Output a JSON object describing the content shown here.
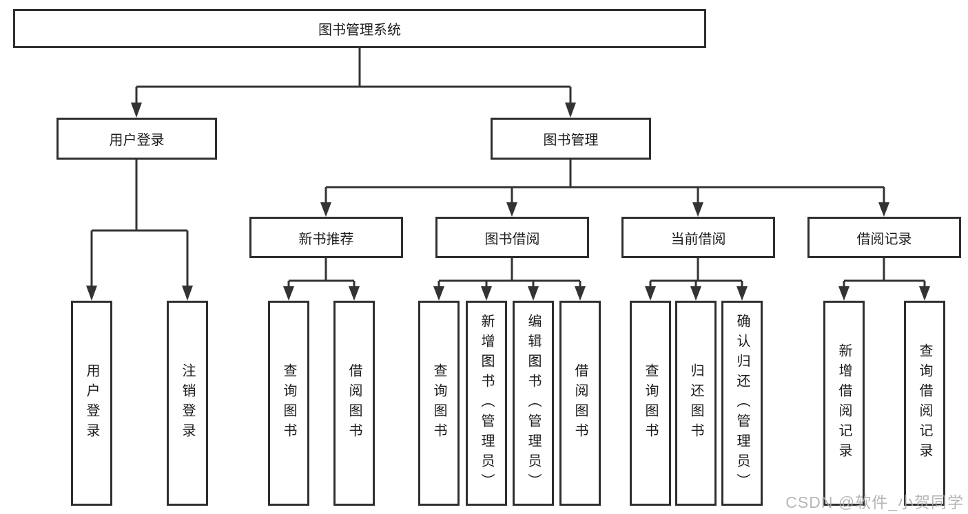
{
  "diagram": {
    "root": {
      "label": "图书管理系统"
    },
    "branches": [
      {
        "label": "用户登录",
        "children": [
          {
            "label": "用户登录"
          },
          {
            "label": "注销登录"
          }
        ]
      },
      {
        "label": "图书管理",
        "children": [
          {
            "label": "新书推荐",
            "children": [
              {
                "label": "查询图书"
              },
              {
                "label": "借阅图书"
              }
            ]
          },
          {
            "label": "图书借阅",
            "children": [
              {
                "label": "查询图书"
              },
              {
                "label": "新增图书（管理员）"
              },
              {
                "label": "编辑图书（管理员）"
              },
              {
                "label": "借阅图书"
              }
            ]
          },
          {
            "label": "当前借阅",
            "children": [
              {
                "label": "查询图书"
              },
              {
                "label": "归还图书"
              },
              {
                "label": "确认归还（管理员）"
              }
            ]
          },
          {
            "label": "借阅记录",
            "children": [
              {
                "label": "新增借阅记录"
              },
              {
                "label": "查询借阅记录"
              }
            ]
          }
        ]
      }
    ],
    "watermark": "CSDN @软件_小贺同学",
    "colors": {
      "line": "#333333",
      "border": "#2f2f2f",
      "text": "#1c1c1c",
      "watermark": "#aaaaaa",
      "background": "#ffffff"
    }
  }
}
